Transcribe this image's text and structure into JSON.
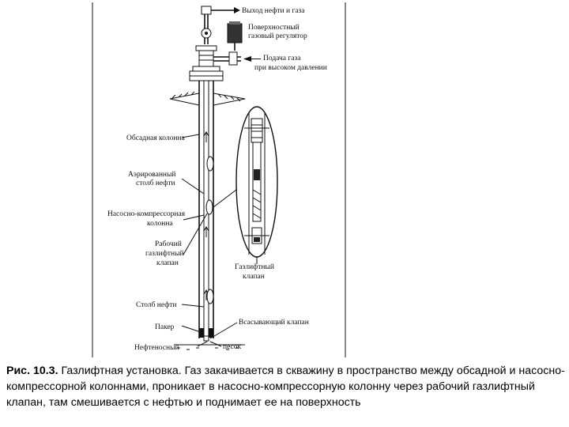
{
  "figure": {
    "labels": {
      "oil_gas_outlet": "Выход нефти и газа",
      "surface_gas_regulator_1": "Поверхностный",
      "surface_gas_regulator_2": "газовый регулятор",
      "high_pressure_gas_1": "Подача газа",
      "high_pressure_gas_2": "при высоком давлении",
      "casing_string": "Обсадная колонна",
      "aerated_column_1": "Аэрированный",
      "aerated_column_2": "столб нефти",
      "tubing_1": "Насосно-компрессорная",
      "tubing_2": "колонна",
      "working_valve_1": "Рабочий",
      "working_valve_2": "газлифтный",
      "working_valve_3": "клапан",
      "gaslift_valve_1": "Газлифтный",
      "gaslift_valve_2": "клапан",
      "oil_column": "Столб нефти",
      "packer": "Пакер",
      "standing_valve": "Всасывающий клапан",
      "oil_bearing": "Нефтеносный",
      "sand": "песок"
    }
  },
  "caption": {
    "label": "Рис. 10.3.",
    "text": " Газлифтная установка. Газ закачивается в скважину в пространство между обсадной и насосно-компрессорной колоннами, проникает в насосно-компрессорную колонну через рабочий газлифтный клапан, там смешивается с нефтью и поднимает ее на поверхность"
  }
}
